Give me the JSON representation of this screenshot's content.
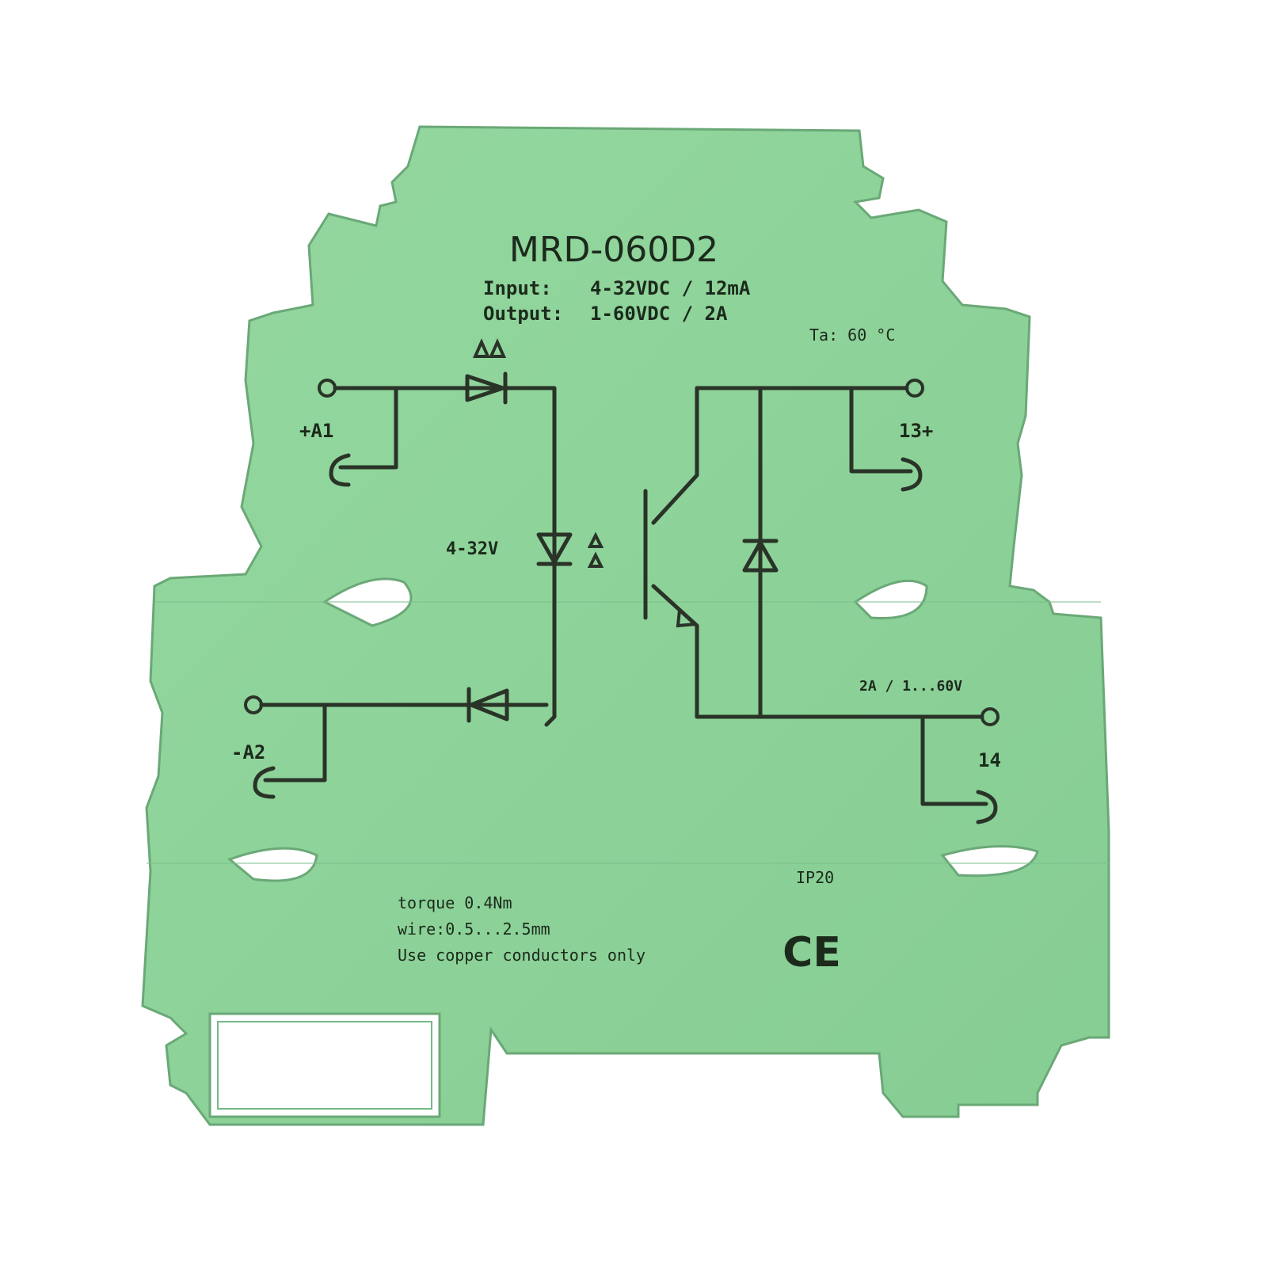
{
  "product": {
    "model": "MRD-060D2",
    "input_label": "Input:",
    "input_value": "4-32VDC / 12mA",
    "output_label": "Output:",
    "output_value": "1-60VDC / 2A",
    "ambient": "Ta: 60 °C"
  },
  "terminals": {
    "a1": "+A1",
    "a2": "-A2",
    "t13": "13+",
    "t14": "14"
  },
  "circuit": {
    "input_range": "4-32V",
    "output_rating": "2A / 1...60V"
  },
  "notes": {
    "torque": "torque 0.4Nm",
    "wire": "wire:0.5...2.5mm",
    "copper": "Use copper conductors only",
    "ip": "IP20",
    "ce": "CE"
  },
  "colors": {
    "housing": "#8fd39a",
    "housing_shade": "#6fbf7f",
    "ink": "#2a3328",
    "background": "#ffffff"
  }
}
